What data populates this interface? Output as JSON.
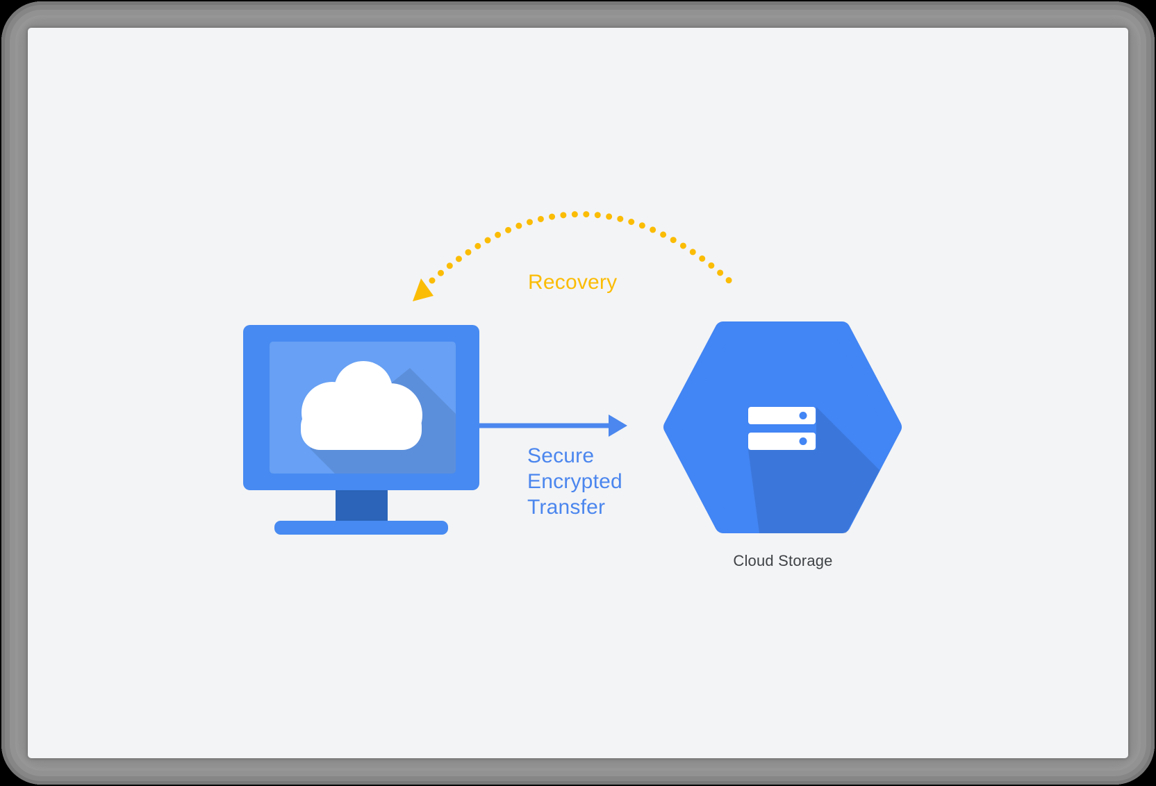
{
  "labels": {
    "recovery": "Recovery",
    "transfer": "Secure\nEncrypted\nTransfer",
    "cloud_storage": "Cloud Storage"
  },
  "colors": {
    "canvas_bg": "#f3f4f6",
    "frame_gray": "#8e8e8e",
    "outer_black": "#000000",
    "google_blue": "#4285f4",
    "monitor_frame_blue": "#478af1",
    "monitor_screen_blue": "#67a0f4",
    "monitor_stand_blue": "#2b64b8",
    "arrow_blue": "#4b87ee",
    "amber": "#fbbc05",
    "white": "#ffffff",
    "label_gray": "#3f4245",
    "shadow_overlay": "rgba(0,0,0,0.10)"
  },
  "diagram": {
    "nodes": [
      {
        "id": "computer",
        "icon": "monitor-with-cloud-icon",
        "label": ""
      },
      {
        "id": "cloud-storage",
        "icon": "cloud-storage-hexagon-icon",
        "label": "Cloud Storage"
      }
    ],
    "edges": [
      {
        "from": "computer",
        "to": "cloud-storage",
        "label": "Secure Encrypted Transfer",
        "style": "solid",
        "color": "#4b87ee"
      },
      {
        "from": "cloud-storage",
        "to": "computer",
        "label": "Recovery",
        "style": "dotted",
        "color": "#fbbc05"
      }
    ]
  }
}
